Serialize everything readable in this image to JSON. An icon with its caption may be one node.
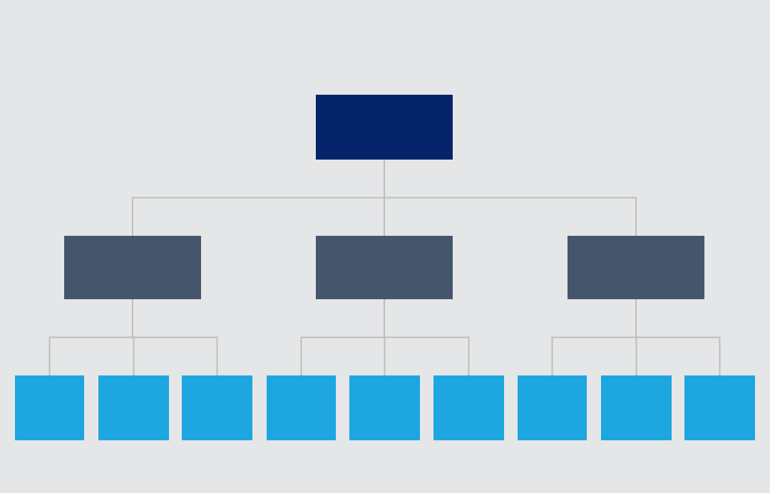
{
  "diagram": {
    "nodes": [
      {
        "text": [],
        "shape": "box"
      },
      {
        "text": [],
        "shape": "box"
      },
      {
        "text": [],
        "shape": "box"
      },
      {
        "text": [],
        "shape": "box"
      },
      {
        "text": [],
        "shape": "box"
      },
      {
        "text": [],
        "shape": "box"
      },
      {
        "text": [],
        "shape": "box"
      },
      {
        "text": [],
        "shape": "box"
      },
      {
        "text": [],
        "shape": "box"
      },
      {
        "text": [],
        "shape": "box"
      },
      {
        "text": [],
        "shape": "box"
      },
      {
        "text": [],
        "shape": "box"
      },
      {
        "text": [],
        "shape": "box"
      }
    ],
    "edges": [
      {
        "from": 0,
        "to": 1,
        "arrow": "none"
      },
      {
        "from": 0,
        "to": 2,
        "arrow": "none"
      },
      {
        "from": 0,
        "to": 3,
        "arrow": "none"
      },
      {
        "from": 1,
        "to": 4,
        "arrow": "none"
      },
      {
        "from": 1,
        "to": 5,
        "arrow": "none"
      },
      {
        "from": 1,
        "to": 6,
        "arrow": "none"
      },
      {
        "from": 2,
        "to": 7,
        "arrow": "none"
      },
      {
        "from": 2,
        "to": 8,
        "arrow": "none"
      },
      {
        "from": 2,
        "to": 9,
        "arrow": "none"
      },
      {
        "from": 3,
        "to": 10,
        "arrow": "none"
      },
      {
        "from": 3,
        "to": 11,
        "arrow": "none"
      },
      {
        "from": 3,
        "to": 12,
        "arrow": "none"
      }
    ]
  }
}
